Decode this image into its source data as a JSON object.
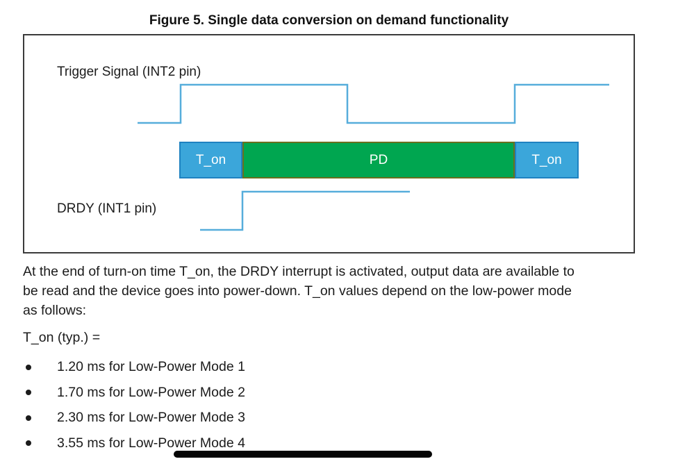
{
  "figure": {
    "title": "Figure 5. Single data conversion on demand functionality",
    "trigger_label": "Trigger Signal (INT2 pin)",
    "drdy_label": "DRDY (INT1 pin)",
    "bar_segments": [
      {
        "label": "T_on",
        "fill": "#3ba6da",
        "border": "#1e82c1"
      },
      {
        "label": "PD",
        "fill": "#00a650",
        "border": "#69701e"
      },
      {
        "label": "T_on",
        "fill": "#3ba6da",
        "border": "#1e82c1"
      }
    ],
    "colors": {
      "waveform_line": "#56addb",
      "box_border": "#3a3a3a",
      "bar_text": "#ffffff"
    }
  },
  "body_text": {
    "paragraph_lines": [
      "At the end of turn-on time T_on, the DRDY interrupt is activated, output data are available to",
      "be read and the device goes into power-down. T_on values depend on the low-power mode",
      "as follows:"
    ],
    "ton_heading": "T_on (typ.) =",
    "bullets": [
      "1.20 ms for Low-Power Mode 1",
      "1.70 ms for Low-Power Mode 2",
      "2.30 ms for Low-Power Mode 3",
      "3.55 ms for Low-Power Mode 4"
    ]
  }
}
